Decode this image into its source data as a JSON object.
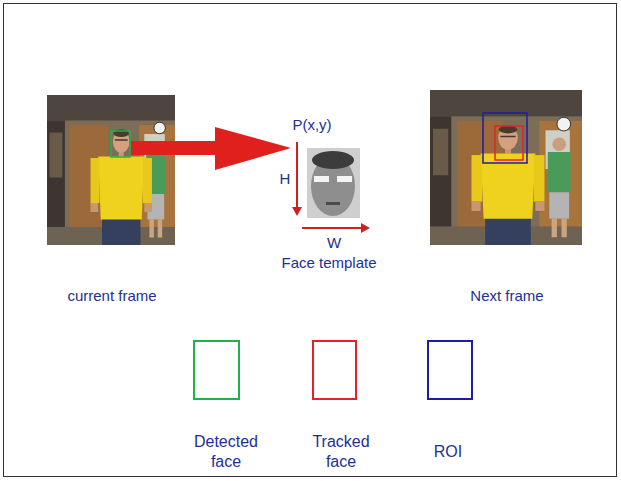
{
  "diagram": {
    "labels": [
      "current frame",
      "P(x,y)",
      "H",
      "W",
      "Face template",
      "Next frame"
    ],
    "legend": [
      {
        "text": "Detected face"
      },
      {
        "text": "Tracked face"
      },
      {
        "text": "ROI"
      }
    ]
  }
}
